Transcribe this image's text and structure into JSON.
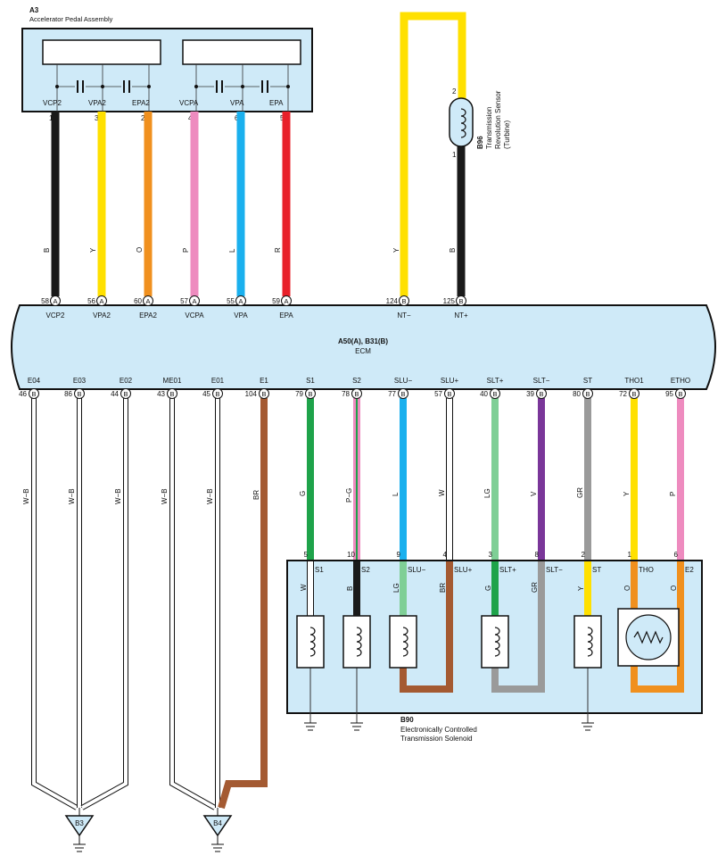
{
  "a3": {
    "code": "A3",
    "name": "Accelerator Pedal Assembly",
    "terms": [
      "VCP2",
      "VPA2",
      "EPA2",
      "VCPA",
      "VPA",
      "EPA"
    ],
    "pins": [
      "1",
      "3",
      "2",
      "4",
      "6",
      "5"
    ],
    "wirecodes": [
      "B",
      "Y",
      "O",
      "P",
      "L",
      "R"
    ]
  },
  "b96": {
    "code": "B96",
    "line1": "Transmission",
    "line2": "Revolution Sensor",
    "line3": "(Turbine)",
    "pin_top": "2",
    "pin_bottom": "1",
    "wirecodes": [
      "Y",
      "B"
    ]
  },
  "ecm": {
    "code": "A50(A), B31(B)",
    "name": "ECM",
    "top_pins": [
      "58",
      "56",
      "60",
      "57",
      "55",
      "59",
      "124",
      "125"
    ],
    "top_conn": [
      "A",
      "A",
      "A",
      "A",
      "A",
      "A",
      "B",
      "B"
    ],
    "top_terms": [
      "VCP2",
      "VPA2",
      "EPA2",
      "VCPA",
      "VPA",
      "EPA",
      "NT−",
      "NT+"
    ],
    "bot_pins": [
      "46",
      "86",
      "44",
      "43",
      "45",
      "104",
      "79",
      "78",
      "77",
      "57",
      "40",
      "39",
      "80",
      "72",
      "95"
    ],
    "bot_conn": [
      "B",
      "B",
      "B",
      "B",
      "B",
      "B",
      "B",
      "B",
      "B",
      "B",
      "B",
      "B",
      "B",
      "B",
      "B"
    ],
    "bot_terms": [
      "E04",
      "E03",
      "E02",
      "ME01",
      "E01",
      "E1",
      "S1",
      "S2",
      "SLU−",
      "SLU+",
      "SLT+",
      "SLT−",
      "ST",
      "THO1",
      "ETHO"
    ]
  },
  "wires": {
    "bot_codes": [
      "W−B",
      "W−B",
      "W−B",
      "W−B",
      "W−B",
      "BR",
      "G",
      "P−G",
      "L",
      "W",
      "LG",
      "V",
      "GR",
      "Y",
      "P"
    ]
  },
  "b90": {
    "code": "B90",
    "line1": "Electronically Controlled",
    "line2": "Transmission Solenoid",
    "pins": [
      "5",
      "10",
      "9",
      "4",
      "3",
      "8",
      "2",
      "1",
      "6"
    ],
    "terms": [
      "S1",
      "S2",
      "SLU−",
      "SLU+",
      "SLT+",
      "SLT−",
      "ST",
      "THO",
      "E2"
    ],
    "inner_codes": [
      "W",
      "B",
      "LG",
      "BR",
      "G",
      "GR",
      "Y",
      "O",
      "O"
    ]
  },
  "grounds": [
    "B3",
    "B4"
  ],
  "colors": {
    "black": "#1a1a1a",
    "yellow": "#ffe000",
    "orange": "#f0901e",
    "pink": "#ee8bbf",
    "blue": "#1ab0ee",
    "red": "#e8202a",
    "green": "#1ea34a",
    "lightgreen": "#7fcf96",
    "violet": "#7a3699",
    "gray": "#9a9a9a",
    "brown": "#a45a32",
    "panel": "#cfeaf8"
  }
}
